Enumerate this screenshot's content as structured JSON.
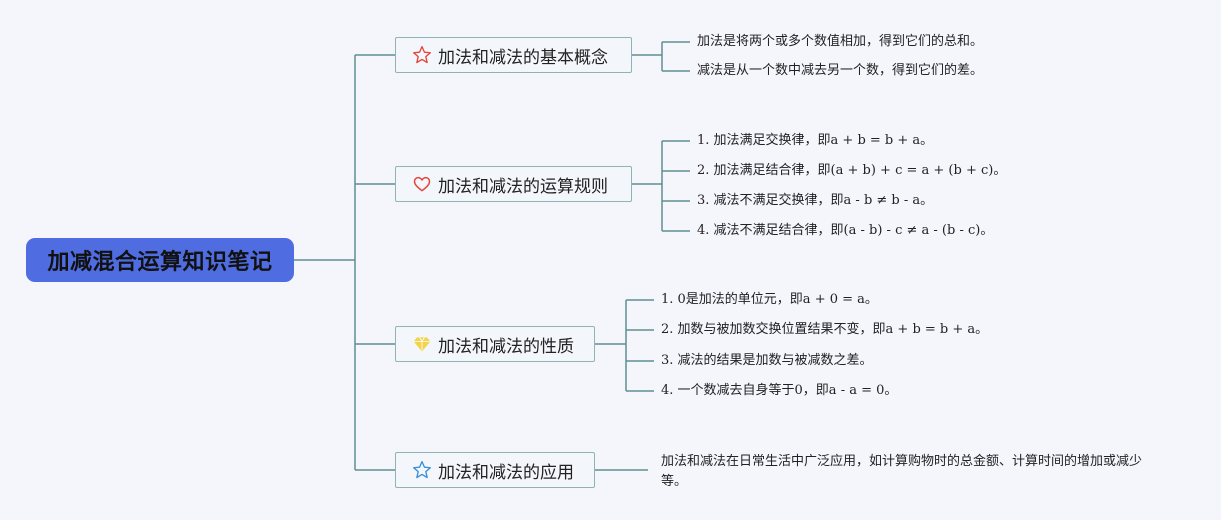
{
  "root": {
    "label": "加减混合运算知识笔记"
  },
  "branches": [
    {
      "label": "加法和减法的基本概念",
      "icon": "star-outline-icon",
      "icon_color": "#e5453b",
      "items": [
        "加法是将两个或多个数值相加，得到它们的总和。",
        "减法是从一个数中减去另一个数，得到它们的差。"
      ]
    },
    {
      "label": "加法和减法的运算规则",
      "icon": "heart-outline-icon",
      "icon_color": "#e5453b",
      "items": [
        "1. 加法满足交换律，即a + b = b + a。",
        "2. 加法满足结合律，即(a + b) + c = a + (b + c)。",
        "3. 减法不满足交换律，即a - b ≠ b - a。",
        "4. 减法不满足结合律，即(a - b) - c ≠ a - (b - c)。"
      ]
    },
    {
      "label": "加法和减法的性质",
      "icon": "diamond-icon",
      "icon_color": "#f2d44a",
      "items": [
        "1. 0是加法的单位元，即a + 0 = a。",
        "2. 加数与被加数交换位置结果不变，即a + b = b + a。",
        "3. 减法的结果是加数与被减数之差。",
        "4. 一个数减去自身等于0，即a - a = 0。"
      ]
    },
    {
      "label": "加法和减法的应用",
      "icon": "star-outline-icon",
      "icon_color": "#3a8fd6",
      "items": [
        "加法和减法在日常生活中广泛应用，如计算购物时的总金额、计算时间的增加或减少等。"
      ]
    }
  ],
  "colors": {
    "background": "#f4f6fc",
    "root_fill": "#4f6ce0",
    "connector": "#5e8f91",
    "branch_border": "#8fb3b6"
  }
}
